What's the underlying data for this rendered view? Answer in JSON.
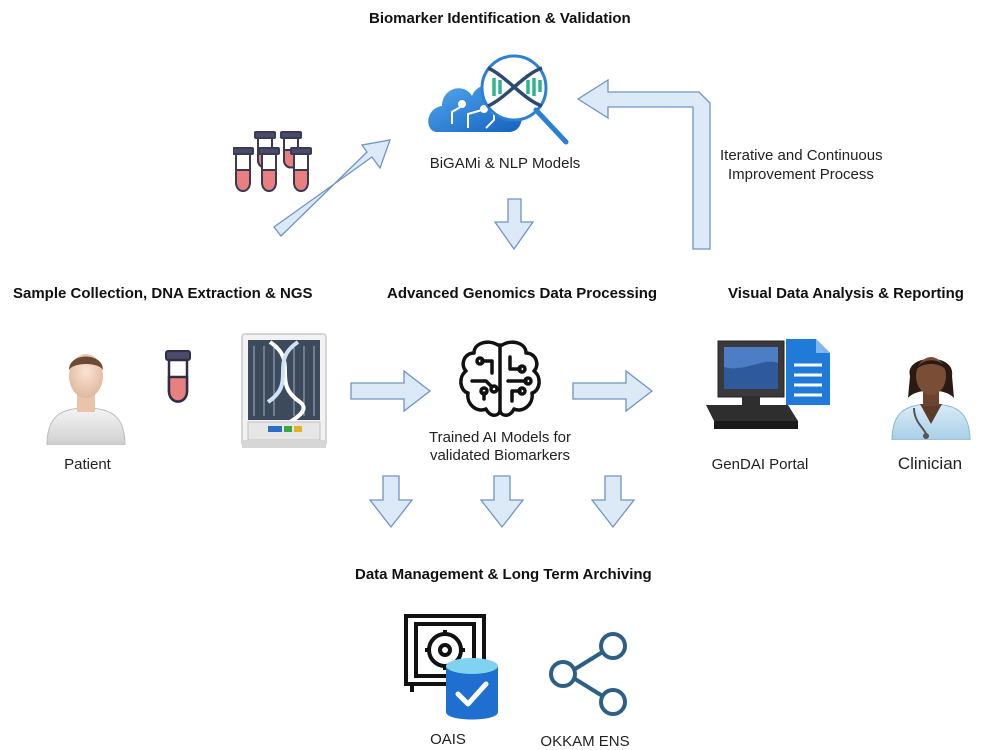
{
  "sections": {
    "biomarker": "Biomarker Identification & Validation",
    "sample": "Sample Collection, DNA Extraction & NGS",
    "processing": "Advanced Genomics Data Processing",
    "visual": "Visual Data Analysis & Reporting",
    "archiving": "Data Management & Long Term Archiving"
  },
  "labels": {
    "bigami": "BiGAMi & NLP Models",
    "iterative_line1": "Iterative and Continuous",
    "iterative_line2": "Improvement Process",
    "patient": "Patient",
    "trained_line1": "Trained AI Models for",
    "trained_line2": "validated Biomarkers",
    "gendai": "GenDAI Portal",
    "clinician": "Clinician",
    "oais": "OAIS",
    "okkam": "OKKAM ENS"
  },
  "icons": {
    "cloud_dna": "cloud-dna-search-icon",
    "test_tubes": "test-tube-rack-icon",
    "single_tube": "test-tube-icon",
    "patient": "patient-avatar-icon",
    "sequencer": "ngs-sequencer-icon",
    "ai_brain": "ai-brain-circuit-icon",
    "computer": "computer-document-icon",
    "clinician": "clinician-avatar-icon",
    "vault_db": "vault-database-check-icon",
    "share": "share-network-icon"
  },
  "colors": {
    "arrow_fill": "#dce9f7",
    "arrow_stroke": "#6f94c4",
    "accent_blue": "#1f7ad8",
    "tube_red": "#e88080",
    "tube_cap": "#4a4a6a",
    "share_blue": "#2c5f85"
  }
}
